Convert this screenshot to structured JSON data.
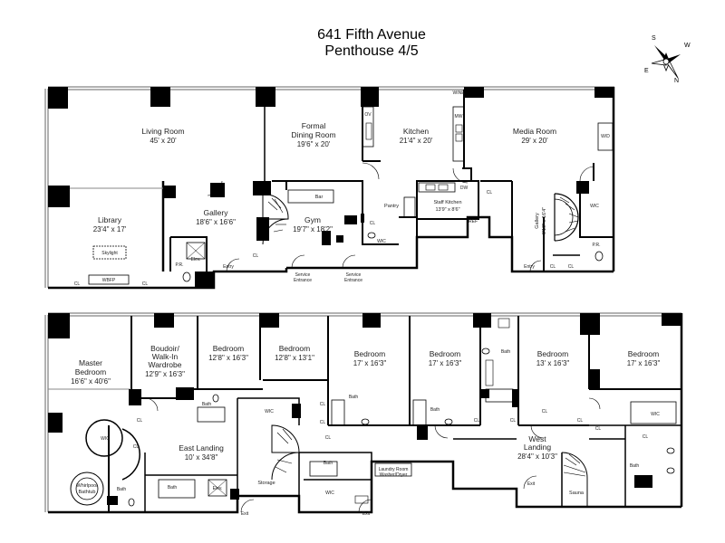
{
  "title": "641 Fifth Avenue",
  "subtitle": "Penthouse 4/5",
  "compass": {
    "n": "N",
    "s": "S",
    "e": "E",
    "w": "W"
  },
  "upper": {
    "living_room": {
      "name": "Living Room",
      "dim": "45' x 20'"
    },
    "formal_dining": {
      "name1": "Formal",
      "name2": "Dining Room",
      "dim": "19'6\" x 20'"
    },
    "kitchen": {
      "name": "Kitchen",
      "dim": "21'4\" x 20'"
    },
    "media_room": {
      "name": "Media Room",
      "dim": "29' x 20'"
    },
    "library": {
      "name": "Library",
      "dim": "23'4\" x 17'"
    },
    "gallery": {
      "name": "Gallery",
      "dim": "18'6\" x 16'6\""
    },
    "gym": {
      "name": "Gym",
      "dim": "19'7\" x 18'2\""
    },
    "staff_kitchen": {
      "name": "Staff Kitchen",
      "dim": "13'9\" x 8'6\""
    },
    "gallery_east": {
      "name": "Gallery",
      "dim": "8'10\" x 16'4\""
    },
    "bar": "Bar",
    "pantry": "Pantry",
    "skylight": "Skylight",
    "wbfp": "WBFP",
    "service_entrance_1": [
      "Service",
      "Entrance"
    ],
    "service_entrance_2": [
      "Service",
      "Entrance"
    ],
    "entry_1": "Entry",
    "entry_2": "Entry",
    "pr_1": "P.R.",
    "pr_2": "P.R.",
    "elev": "Elev.",
    "wic_1": "WIC",
    "wic_2": "WIC",
    "cl": "CL",
    "dw": "DW",
    "ref": "REF",
    "wine": "WINE",
    "ov": "OV",
    "mw": "MW",
    "wd": "W/D"
  },
  "lower": {
    "master_bedroom": {
      "name1": "Master",
      "name2": "Bedroom",
      "dim": "16'6\" x 40'6\""
    },
    "boudoir": {
      "name1": "Boudoir/",
      "name2": "Walk-In",
      "name3": "Wardrobe",
      "dim": "12'9\" x 16'3\""
    },
    "bedroom_1": {
      "name": "Bedroom",
      "dim": "12'8\" x 16'3\""
    },
    "bedroom_2": {
      "name": "Bedroom",
      "dim": "12'8\" x 13'1\""
    },
    "bedroom_3": {
      "name": "Bedroom",
      "dim": "17' x 16'3\""
    },
    "bedroom_4": {
      "name": "Bedroom",
      "dim": "17' x 16'3\""
    },
    "bedroom_5": {
      "name": "Bedroom",
      "dim": "13' x 16'3\""
    },
    "bedroom_6": {
      "name": "Bedroom",
      "dim": "17' x 16'3\""
    },
    "east_landing": {
      "name": "East Landing",
      "dim": "10' x 34'8\""
    },
    "west_landing": {
      "name1": "West",
      "name2": "Landing",
      "dim": "28'4\" x 10'3\""
    },
    "whirlpool": [
      "Whirlpool",
      "Bathtub"
    ],
    "laundry": [
      "Laundry Room",
      "Washer/Dryer"
    ],
    "storage": "Storage",
    "sauna": "Sauna",
    "bath": "Bath",
    "wic": "WIC",
    "cl": "CL",
    "exit": "Exit",
    "elev": "Elev."
  }
}
